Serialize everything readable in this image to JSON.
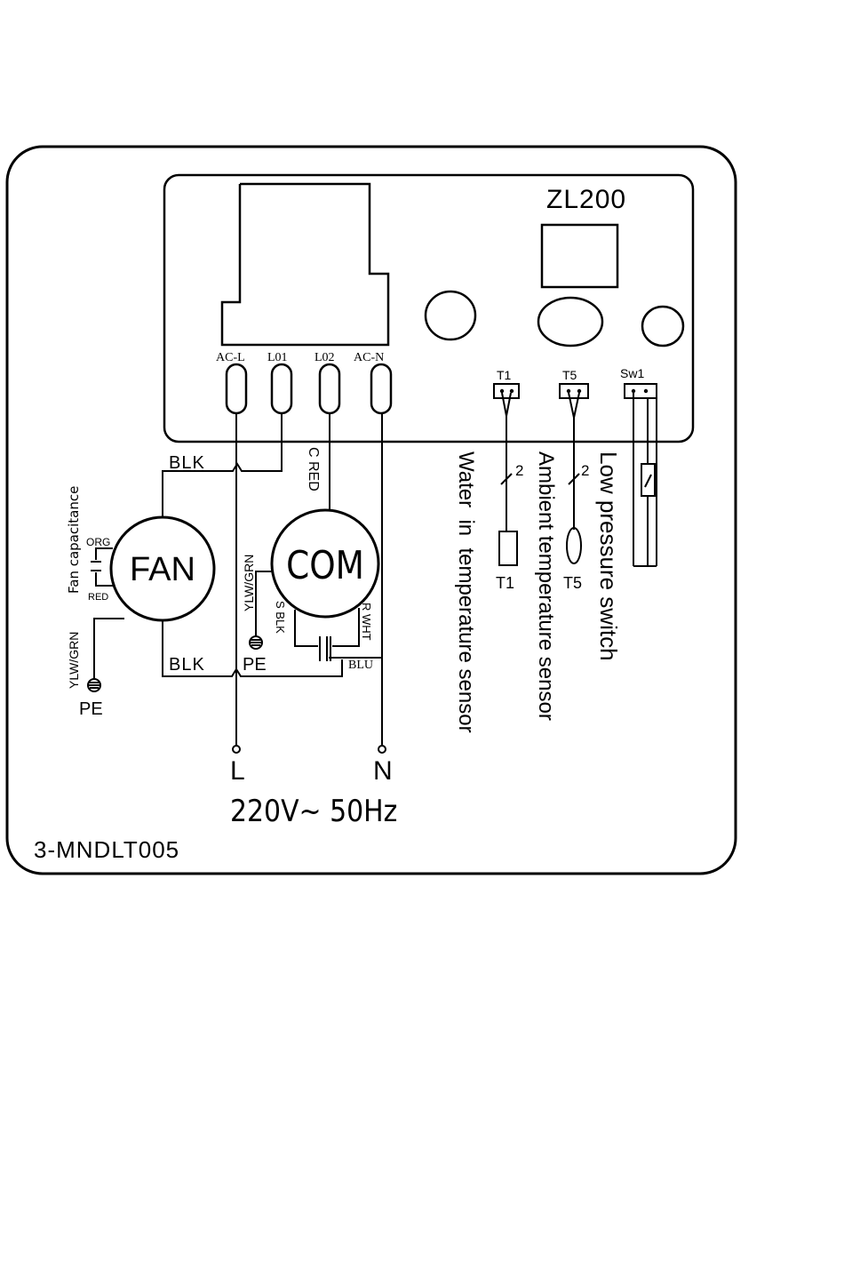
{
  "board": {
    "model": "ZL200",
    "terminals": [
      "AC-L",
      "L01",
      "L02",
      "AC-N"
    ],
    "connectors": [
      "T1",
      "T5",
      "Sw1"
    ]
  },
  "components": {
    "fan": "FAN",
    "compressor": "COM",
    "fan_capacitance_label": "Fan capacitance"
  },
  "wires": {
    "blk_top": "BLK",
    "blk_bottom": "BLK",
    "c_red": "C RED",
    "ylw_grn_com": "YLW/GRN",
    "ylw_grn_fan": "YLW/GRN",
    "s_blk": "S BLK",
    "r_wht": "R WHT",
    "blu": "BLU",
    "org": "ORG",
    "red": "RED"
  },
  "ground": {
    "pe_com": "PE",
    "pe_fan": "PE"
  },
  "sensors": {
    "t1_wire_count": "2",
    "t5_wire_count": "2",
    "t1_label": "T1",
    "t5_label": "T5",
    "low_pressure_switch": "Low pressure switch",
    "ambient_sensor": "Ambient temperature sensor",
    "water_in_sensor": "Water  in  temperature sensor"
  },
  "power": {
    "line": "L",
    "neutral": "N",
    "supply": "220V~ 50Hz"
  },
  "doc_code": "3-MNDLT005"
}
